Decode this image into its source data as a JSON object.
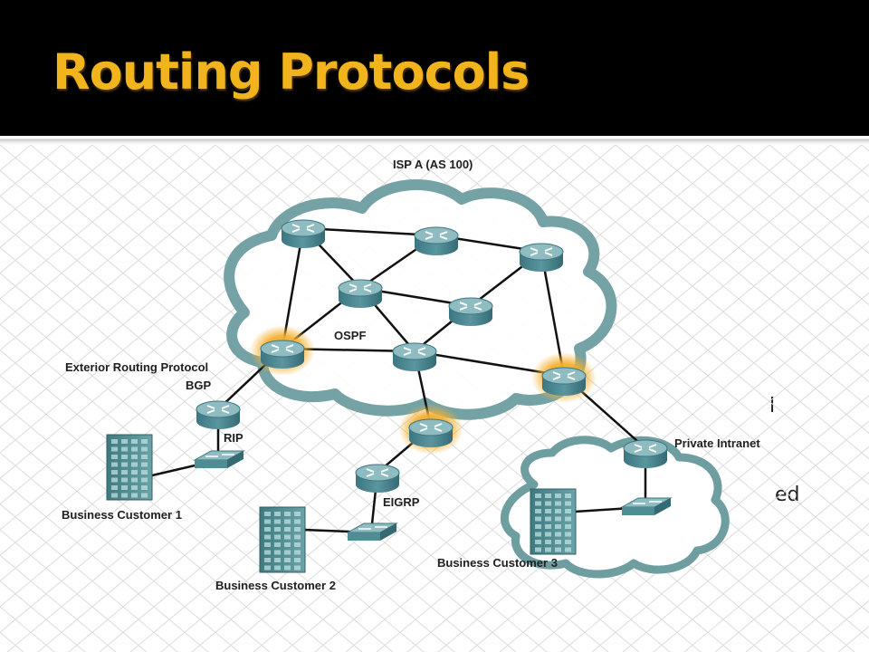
{
  "slide": {
    "title": "Routing Protocols",
    "title_color": "#f2b41c",
    "bg_text_1": "l",
    "bg_text_2": "ed"
  },
  "diagram": {
    "labels": {
      "isp": "ISP A (AS 100)",
      "ospf": "OSPF",
      "exterior": "Exterior Routing Protocol",
      "bgp": "BGP",
      "rip": "RIP",
      "eigrp": "EIGRP",
      "private": "Private Intranet",
      "bc1": "Business Customer 1",
      "bc2": "Business Customer 2",
      "bc3": "Business Customer 3"
    },
    "colors": {
      "cloud_stroke": "#6e9ea0",
      "router_body": "#4d8a92",
      "router_top": "#8fbcc1",
      "highlight": "#f0a21c",
      "link": "#111111"
    },
    "icons": [
      "router-icon",
      "switch-icon",
      "building-icon",
      "cloud-icon"
    ]
  }
}
